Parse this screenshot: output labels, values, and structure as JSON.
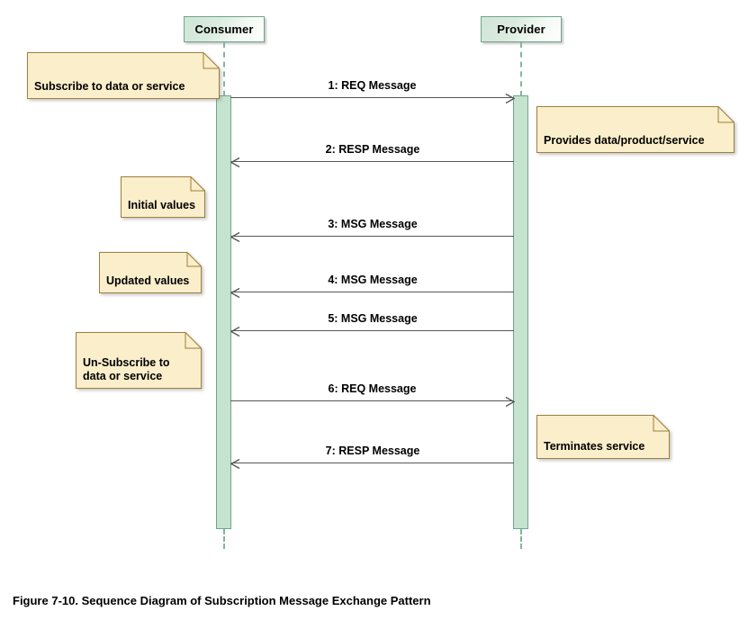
{
  "diagram": {
    "type": "uml-sequence-diagram",
    "colors": {
      "lifeline_header_border": "#6fa58b",
      "lifeline_header_fill": "#dbeade",
      "activation_fill": "#c6e3cf",
      "activation_border": "#6fa58b",
      "lifeline_dash": "#83b69c",
      "note_fill": "#fbeecb",
      "note_border": "#9b803c",
      "message_line": "#575757",
      "background": "#ffffff",
      "text": "#000000"
    },
    "lifelines": [
      {
        "id": "consumer",
        "label": "Consumer"
      },
      {
        "id": "provider",
        "label": "Provider"
      }
    ],
    "messages": [
      {
        "seq": "1",
        "label": "1: REQ Message",
        "from": "consumer",
        "to": "provider",
        "direction": "right"
      },
      {
        "seq": "2",
        "label": "2: RESP Message",
        "from": "provider",
        "to": "consumer",
        "direction": "left"
      },
      {
        "seq": "3",
        "label": "3: MSG Message",
        "from": "provider",
        "to": "consumer",
        "direction": "left"
      },
      {
        "seq": "4",
        "label": "4: MSG Message",
        "from": "provider",
        "to": "consumer",
        "direction": "left"
      },
      {
        "seq": "5",
        "label": "5: MSG Message",
        "from": "provider",
        "to": "consumer",
        "direction": "left"
      },
      {
        "seq": "6",
        "label": "6: REQ Message",
        "from": "consumer",
        "to": "provider",
        "direction": "right"
      },
      {
        "seq": "7",
        "label": "7: RESP Message",
        "from": "provider",
        "to": "consumer",
        "direction": "left"
      }
    ],
    "notes": [
      {
        "id": "note-subscribe",
        "side": "left",
        "text": "Subscribe to data or service"
      },
      {
        "id": "note-provides",
        "side": "right",
        "text": "Provides data/product/service"
      },
      {
        "id": "note-initial",
        "side": "left",
        "text": "Initial values"
      },
      {
        "id": "note-updated",
        "side": "left",
        "text": "Updated values"
      },
      {
        "id": "note-unsubscribe",
        "side": "left",
        "text": "Un-Subscribe to\ndata or service"
      },
      {
        "id": "note-terminates",
        "side": "right",
        "text": "Terminates service"
      }
    ]
  },
  "caption": "Figure 7-10.  Sequence Diagram of Subscription Message Exchange Pattern"
}
